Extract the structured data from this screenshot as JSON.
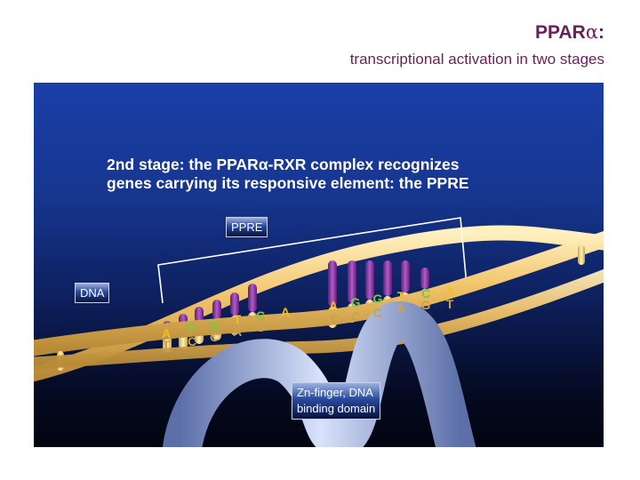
{
  "slide": {
    "title_main": "PPAR",
    "title_symbol": "α",
    "title_suffix": ":",
    "subtitle": "transcriptional activation in two stages"
  },
  "diagram": {
    "headline_line1": "2nd stage: the PPARα-RXR complex recognizes",
    "headline_line2": "genes carrying its responsive element: the PPRE",
    "label_ppre": "PPRE",
    "label_dna": "DNA",
    "label_zn_line1": "Zn-finger, DNA",
    "label_zn_line2": "binding domain",
    "bases_top": [
      "A",
      "G",
      "G",
      "T",
      "C",
      "A",
      "A",
      "G",
      "G",
      "T",
      "C",
      "A"
    ],
    "bases_bottom": [
      "T",
      "C",
      "C",
      "A",
      "G",
      "T",
      "T",
      "C",
      "C",
      "A",
      "G",
      "T"
    ],
    "colors": {
      "title": "#6b1f5a",
      "strand": "#f2c46a",
      "purple_base": "#9a3fb0",
      "yellow_base": "#f4dc8a",
      "letter_gold": "#f0c020",
      "letter_green": "#7ac943",
      "protein": "#b0c0e8"
    }
  }
}
